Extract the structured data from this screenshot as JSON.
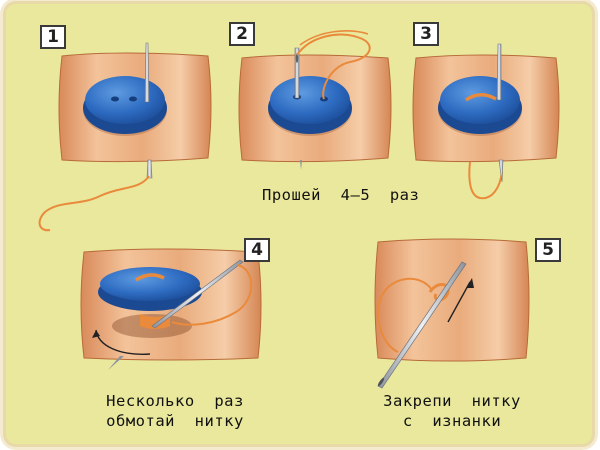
{
  "steps": [
    {
      "number": "1"
    },
    {
      "number": "2"
    },
    {
      "number": "3"
    },
    {
      "number": "4"
    },
    {
      "number": "5"
    }
  ],
  "captions": {
    "steps_1_3": "Прошей  4–5  раз",
    "step_4_line1": "Несколько  раз",
    "step_4_line2": "обмотай  нитку",
    "step_5_line1": "Закрепи  нитку",
    "step_5_line2": "с  изнанки"
  },
  "colors": {
    "background": "#e9e89c",
    "fabric": "#e8a878",
    "button": "#2f6fc4",
    "thread": "#e98a3c",
    "needle": "#c9ccd2"
  }
}
